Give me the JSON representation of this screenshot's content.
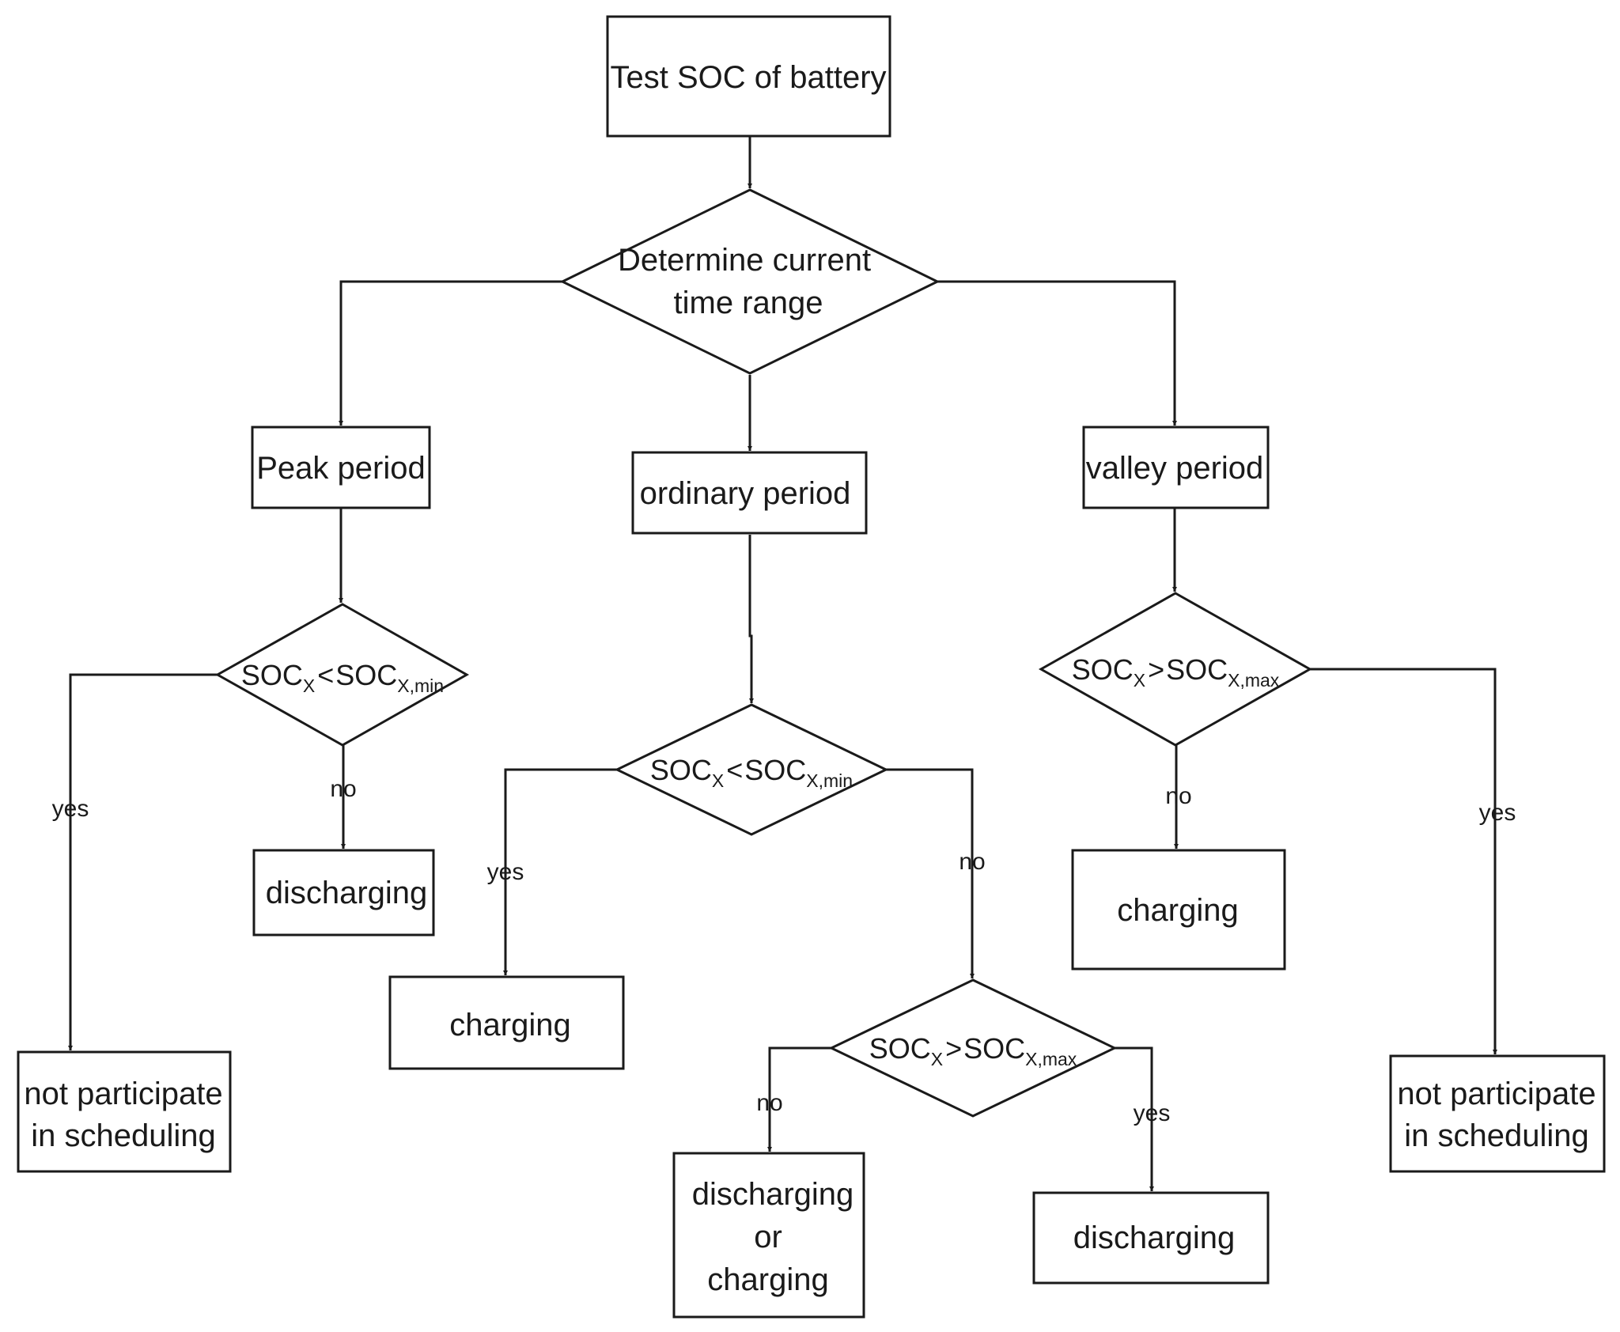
{
  "nodes": {
    "start": {
      "lines": [
        "Test SOC of battery"
      ]
    },
    "time_decision": {
      "lines": [
        "Determine current",
        "time range"
      ]
    },
    "peak": {
      "lines": [
        "Peak period"
      ]
    },
    "ordinary": {
      "lines": [
        "ordinary period"
      ]
    },
    "valley": {
      "lines": [
        "valley period"
      ]
    },
    "peak_cond": {
      "a": "SOC",
      "a_sub": "X",
      "op": "<",
      "b": "SOC",
      "b_sub": "X,min"
    },
    "ord_cond1": {
      "a": "SOC",
      "a_sub": "X",
      "op": "<",
      "b": "SOC",
      "b_sub": "X,min"
    },
    "ord_cond2": {
      "a": "SOC",
      "a_sub": "X",
      "op": ">",
      "b": "SOC",
      "b_sub": "X,max"
    },
    "valley_cond": {
      "a": "SOC",
      "a_sub": "X",
      "op": ">",
      "b": "SOC",
      "b_sub": "X,max"
    },
    "peak_no": {
      "lines": [
        "discharging"
      ]
    },
    "peak_yes": {
      "lines": [
        "not participate",
        "in scheduling"
      ]
    },
    "ord_yes": {
      "lines": [
        "charging"
      ]
    },
    "ord_no_no": {
      "lines": [
        "discharging",
        "or",
        "charging"
      ]
    },
    "ord_no_yes": {
      "lines": [
        "discharging"
      ]
    },
    "valley_no": {
      "lines": [
        "charging"
      ]
    },
    "valley_yes": {
      "lines": [
        "not participate",
        "in scheduling"
      ]
    }
  },
  "edge_labels": {
    "peak_yes": "yes",
    "peak_no": "no",
    "ord1_yes": "yes",
    "ord1_no": "no",
    "ord2_no": "no",
    "ord2_yes": "yes",
    "valley_no": "no",
    "valley_yes": "yes"
  }
}
